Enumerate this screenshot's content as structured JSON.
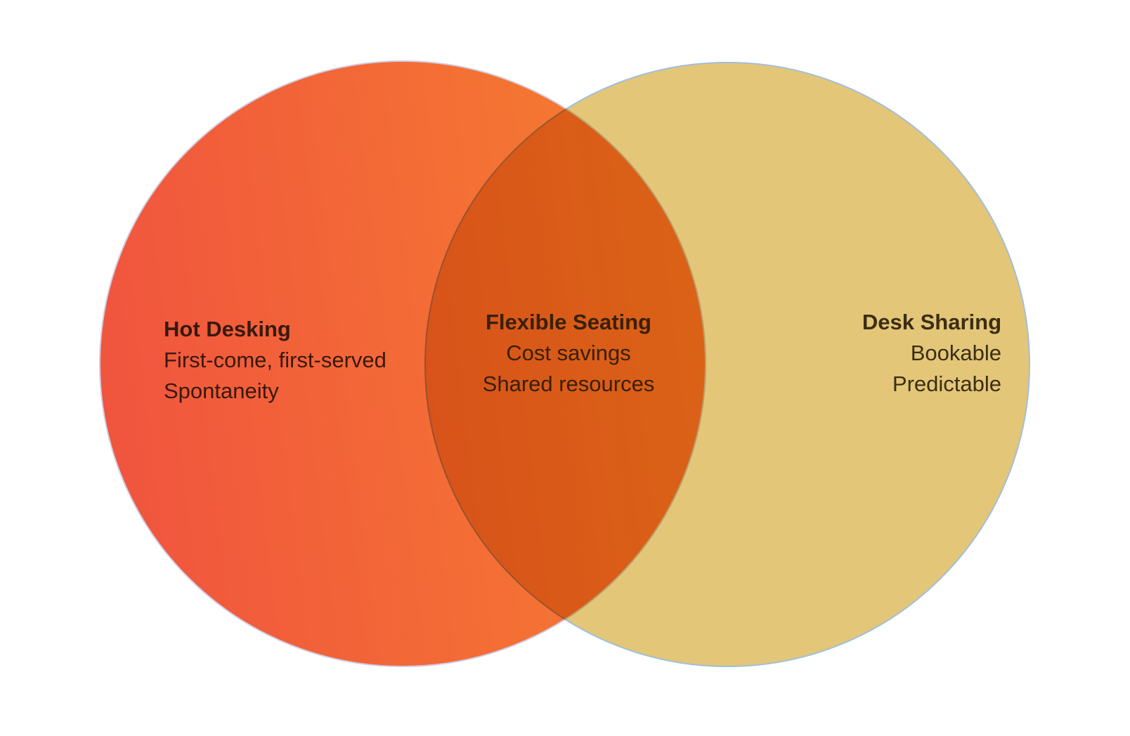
{
  "background_color": "#ffffff",
  "venn": {
    "left": {
      "title": "Hot Desking",
      "items": [
        "First-come, first-served",
        "Spontaneity"
      ],
      "fill_gradient_start": "#f0523f",
      "fill_gradient_end": "#f6812e",
      "border_color": "#d2cbe2",
      "text_color": "#38190d"
    },
    "overlap": {
      "title": "Flexible Seating",
      "items": [
        "Cost savings",
        "Shared resources"
      ],
      "fill_color": "#d96d1d",
      "text_color": "#38200a"
    },
    "right": {
      "title": "Desk Sharing",
      "items": [
        "Bookable",
        "Predictable"
      ],
      "fill_color": "#e3c678",
      "border_color": "#a0bfda",
      "text_color": "#3b2e14"
    }
  },
  "chart_data": {
    "type": "venn",
    "sets": [
      {
        "label": "Hot Desking",
        "unique_items": [
          "First-come, first-served",
          "Spontaneity"
        ]
      },
      {
        "label": "Desk Sharing",
        "unique_items": [
          "Bookable",
          "Predictable"
        ]
      }
    ],
    "intersection": {
      "label": "Flexible Seating",
      "items": [
        "Cost savings",
        "Shared resources"
      ]
    },
    "legend_position": "none",
    "title": ""
  }
}
